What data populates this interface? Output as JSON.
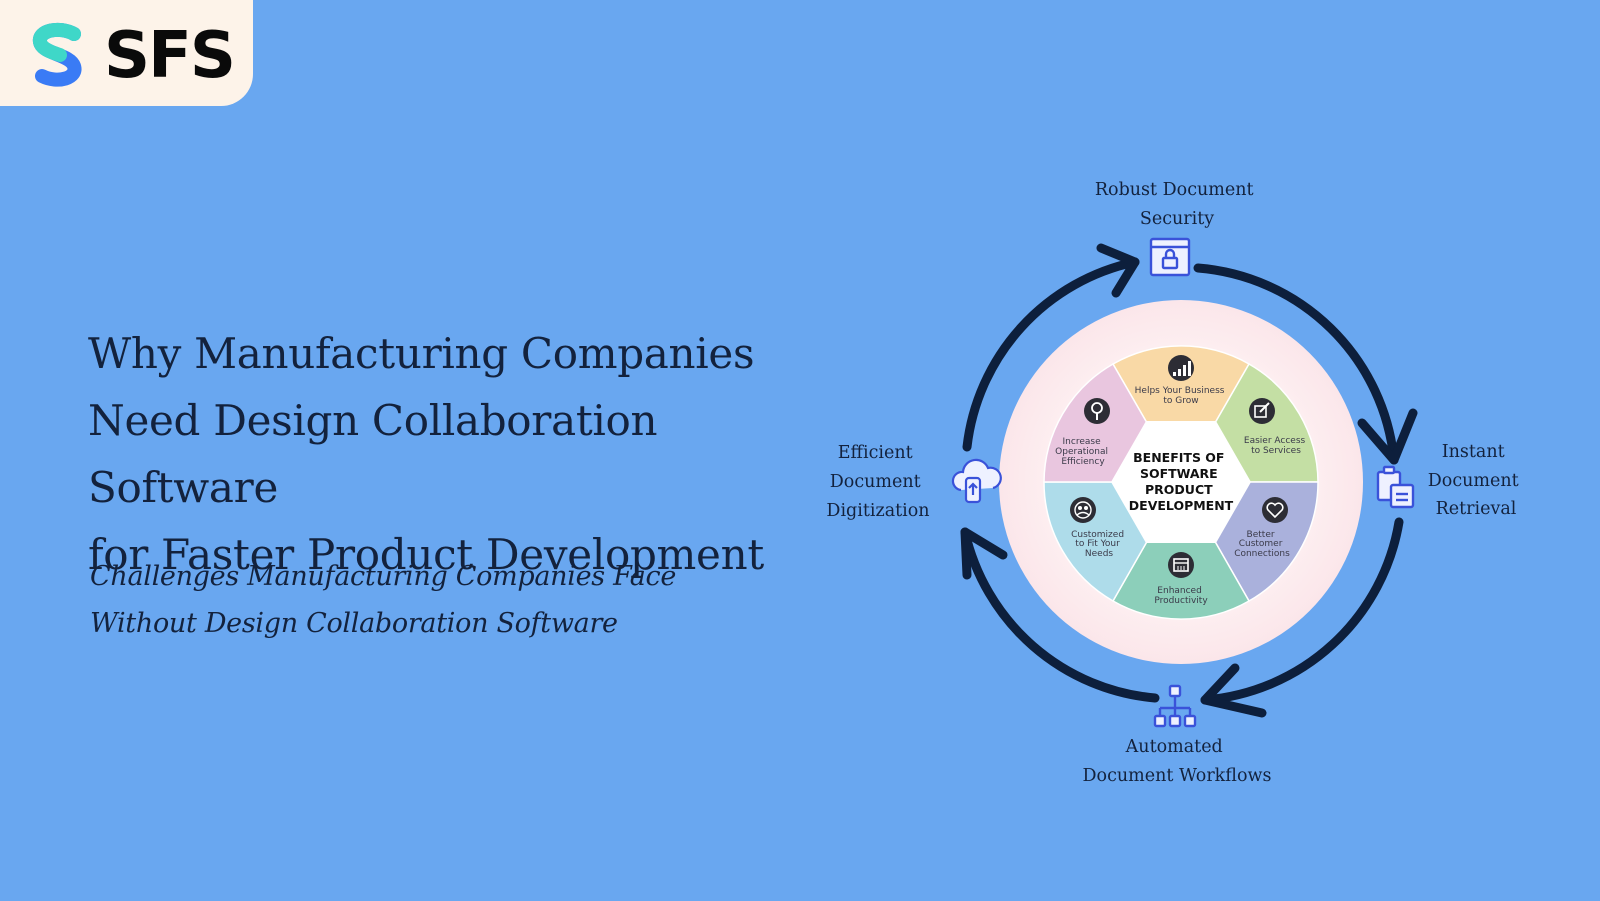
{
  "brand": {
    "name": "SFS",
    "accent": "#3a7bf5",
    "accent_2": "#3fd7c8"
  },
  "headline": {
    "lines": [
      "Why Manufacturing Companies",
      "Need Design Collaboration Software",
      "for Faster Product Development"
    ]
  },
  "subheadline": {
    "lines": [
      "Challenges Manufacturing Companies Face",
      "Without Design Collaboration Software"
    ]
  },
  "diagram": {
    "center": {
      "lines": [
        "BENEFITS OF",
        "SOFTWARE",
        "PRODUCT",
        "DEVELOPMENT"
      ]
    },
    "segments": [
      {
        "lines": [
          "Helps Your Business",
          "to Grow"
        ],
        "icon": "bar-chart-icon",
        "color": "#f9d9a6"
      },
      {
        "lines": [
          "Easier Access",
          "to Services"
        ],
        "icon": "edit-icon",
        "color": "#c4dfa4"
      },
      {
        "lines": [
          "Better",
          "Customer",
          "Connections"
        ],
        "icon": "heart-icon",
        "color": "#aab1dc"
      },
      {
        "lines": [
          "Enhanced",
          "Productivity"
        ],
        "icon": "calendar-icon",
        "color": "#8ccfba"
      },
      {
        "lines": [
          "Customized",
          "to Fit Your",
          "Needs"
        ],
        "icon": "team-icon",
        "color": "#aedcea"
      },
      {
        "lines": [
          "Increase",
          "Operational",
          "Efficiency"
        ],
        "icon": "magnifier-icon",
        "color": "#e9c6df"
      }
    ],
    "features": [
      {
        "lines": [
          "Robust Document",
          "Security"
        ],
        "icon": "lock-icon"
      },
      {
        "lines": [
          "Instant",
          "Document",
          "Retrieval"
        ],
        "icon": "clipboard-icon"
      },
      {
        "lines": [
          "Automated",
          "Document Workflows"
        ],
        "icon": "hierarchy-icon"
      },
      {
        "lines": [
          "Efficient",
          "Document",
          "Digitization"
        ],
        "icon": "cloud-upload-icon"
      }
    ]
  }
}
